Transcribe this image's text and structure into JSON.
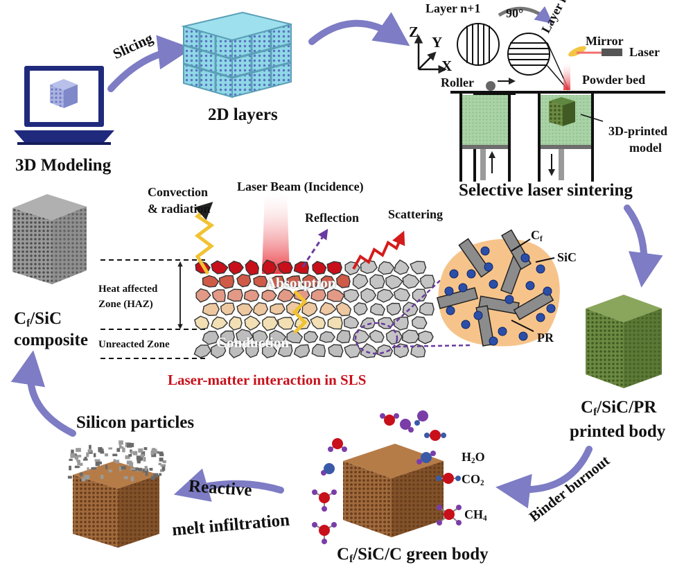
{
  "stages": {
    "modeling": "3D Modeling",
    "layers": "2D layers",
    "sls": "Selective laser sintering",
    "printed_body_line1": "Cf/SiC/PR",
    "printed_body_line2": "printed body",
    "green_body": "Cf/SiC/C green body",
    "composite_line1": "Cf/SiC",
    "composite_line2": "composite",
    "silicon": "Silicon particles"
  },
  "transitions": {
    "slicing": "Slicing",
    "binder_burnout": "Binder burnout",
    "rmi_line1": "Reactive",
    "rmi_line2": "melt infiltration"
  },
  "sls_setup": {
    "layer_n1": "Layer n+1",
    "layer_n": "Layer n",
    "angle": "90°",
    "axis_z": "Z",
    "axis_y": "Y",
    "axis_x": "X",
    "mirror": "Mirror",
    "laser": "Laser",
    "roller": "Roller",
    "powder_bed": "Powder bed",
    "model_line1": "3D-printed",
    "model_line2": "model"
  },
  "interaction": {
    "title": "Laser-matter interaction in SLS",
    "laser_beam": "Laser Beam (Incidence)",
    "convection_line1": "Convection",
    "convection_line2": "& radiation",
    "reflection": "Reflection",
    "scattering": "Scattering",
    "absorption": "Absorption",
    "conduction": "Conduction",
    "haz_line1": "Heat affected",
    "haz_line2": "Zone  (HAZ)",
    "unreacted": "Unreacted Zone",
    "cf": "Cf",
    "sic": "SiC",
    "pr": "PR"
  },
  "gases": {
    "h2o": "H2O",
    "co2": "CO2",
    "ch4": "CH4"
  },
  "colors": {
    "arrow": "#7d7cc4",
    "title_red": "#c8101b",
    "cube_blue": "#8b94cf",
    "cube_teal": "#5fc6d8",
    "cube_green": "#5e7a36",
    "cube_brown": "#8b5a32",
    "cube_gray": "#7a7a7a",
    "powder_green": "#a9d3a6"
  }
}
